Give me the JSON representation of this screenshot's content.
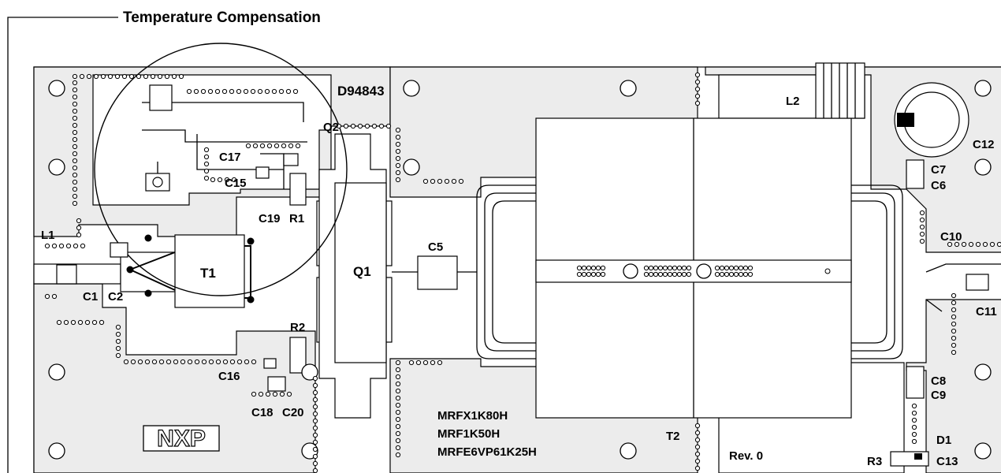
{
  "header": {
    "title": "Temperature Compensation"
  },
  "board": {
    "part_number": "D94843",
    "revision": "Rev. 0",
    "logo": "NXP",
    "device_list": [
      "MRFX1K80H",
      "MRF1K50H",
      "MRFE6VP61K25H"
    ]
  },
  "components": {
    "L1": "L1",
    "C1": "C1",
    "C2": "C2",
    "T1": "T1",
    "C15": "C15",
    "C16": "C16",
    "C17": "C17",
    "C18": "C18",
    "C19": "C19",
    "C20": "C20",
    "R1": "R1",
    "R2": "R2",
    "Q1": "Q1",
    "Q2": "Q2",
    "C5": "C5",
    "L2": "L2",
    "C12": "C12",
    "C6": "C6",
    "C7": "C7",
    "C10": "C10",
    "C11": "C11",
    "C8": "C8",
    "C9": "C9",
    "T2": "T2",
    "D1": "D1",
    "R3": "R3",
    "C13": "C13"
  },
  "colors": {
    "copper": "#ececec",
    "outline": "#000000",
    "background": "#ffffff"
  }
}
